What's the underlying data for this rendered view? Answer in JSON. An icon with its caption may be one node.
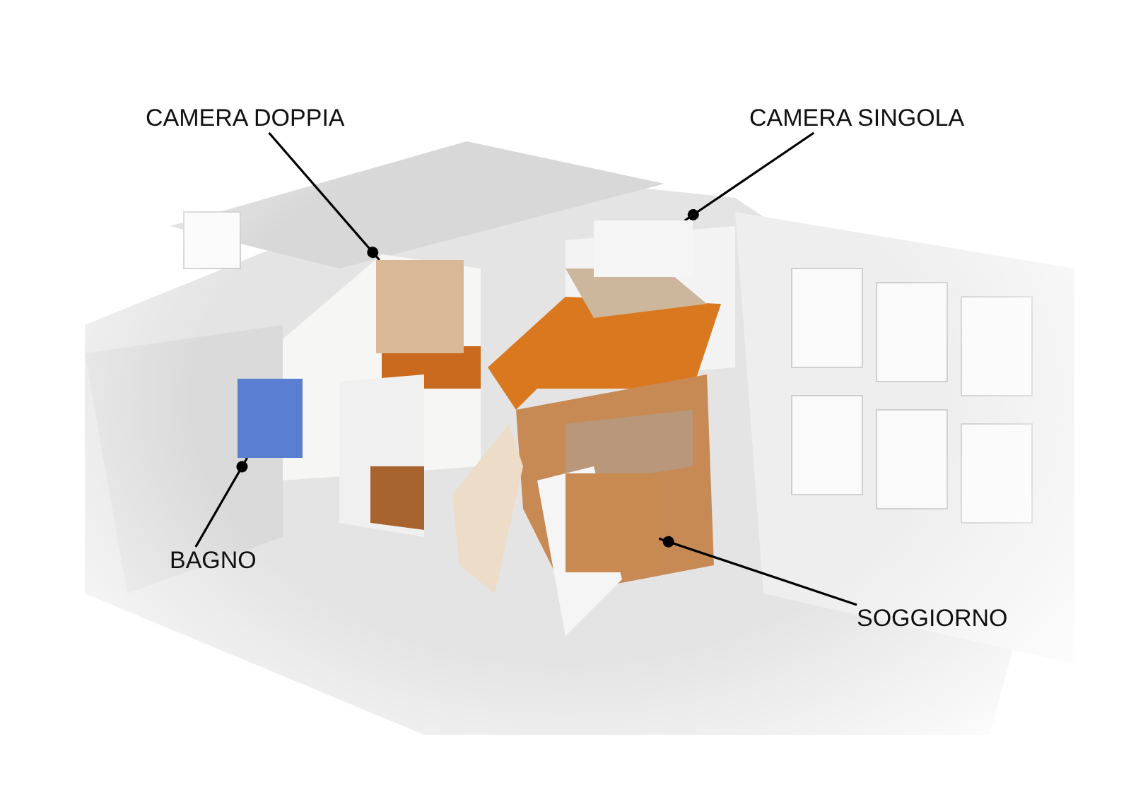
{
  "diagram": {
    "nodes": [
      {
        "text": [
          "CAMERA DOPPIA"
        ]
      },
      {
        "text": [
          "CAMERA SINGOLA"
        ]
      },
      {
        "text": [
          "BAGNO"
        ]
      },
      {
        "text": [
          "SOGGIORNO"
        ]
      },
      {
        "text": [],
        "shape": "box"
      },
      {
        "text": [],
        "shape": "box"
      },
      {
        "text": [],
        "shape": "box"
      },
      {
        "text": [],
        "shape": "box"
      }
    ],
    "edges": [
      {
        "from": 0,
        "to": 4,
        "arrow": "other"
      },
      {
        "from": 1,
        "to": 5,
        "arrow": "other"
      },
      {
        "from": 2,
        "to": 6,
        "arrow": "other"
      },
      {
        "from": 3,
        "to": 7,
        "arrow": "other"
      }
    ]
  }
}
